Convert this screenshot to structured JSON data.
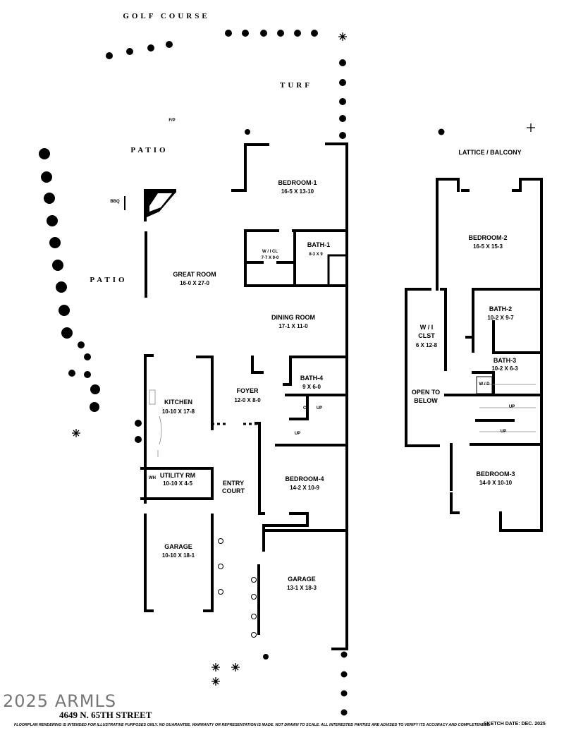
{
  "site": {
    "golf_course": "GOLF COURSE",
    "turf": "TURF",
    "patio_top": "PATIO",
    "patio_left": "PATIO",
    "fp_label": "F/P",
    "bbq": "BBQ",
    "fp": "FP",
    "entry_court": "ENTRY COURT",
    "lattice_balcony": "LATTICE / BALCONY"
  },
  "rooms": {
    "bedroom1": {
      "name": "BEDROOM-1",
      "dim": "16-5 X 13-10"
    },
    "wicl": {
      "name": "W / I CL",
      "dim": "7-7 X 9-0"
    },
    "bath1": {
      "name": "BATH-1",
      "dim": "8-3 X 9"
    },
    "great_room": {
      "name": "GREAT ROOM",
      "dim": "16-0 X 27-0"
    },
    "dining_room": {
      "name": "DINING ROOM",
      "dim": "17-1 X 11-0"
    },
    "bath4": {
      "name": "BATH-4",
      "dim": "9 X 6-0"
    },
    "cl": "CL",
    "up1": "UP",
    "up2": "UP",
    "kitchen": {
      "name": "KITCHEN",
      "dim": "10-10 X 17-8"
    },
    "foyer": {
      "name": "FOYER",
      "dim": "12-0 X 8-0"
    },
    "utility": {
      "name": "UTILITY RM",
      "dim": "10-10 X 4-5"
    },
    "wh": "WH",
    "bedroom4": {
      "name": "BEDROOM-4",
      "dim": "14-2 X 10-9"
    },
    "garage_left": {
      "name": "GARAGE",
      "dim": "10-10 X 18-1"
    },
    "garage_right": {
      "name": "GARAGE",
      "dim": "13-1 X 18-3"
    },
    "bedroom2": {
      "name": "BEDROOM-2",
      "dim": "16-5 X 15-3"
    },
    "wiclst": {
      "name1": "W / I",
      "name2": "CLST",
      "dim": "6 X 12-8"
    },
    "bath2": {
      "name": "BATH-2",
      "dim": "10-2 X 9-7"
    },
    "bath3": {
      "name": "BATH-3",
      "dim": "10-2 X 6-3"
    },
    "wd": "W / D",
    "open_below": {
      "line1": "OPEN TO",
      "line2": "BELOW"
    },
    "up3": "UP",
    "up4": "UP",
    "bedroom3": {
      "name": "BEDROOM-3",
      "dim": "14-0 X 10-10"
    }
  },
  "footer": {
    "watermark": "2025 ARMLS",
    "address": "4649 N. 65TH STREET",
    "disclaimer": "FLOORPLAN RENDERING IS INTENDED FOR ILLUSTRATIVE PURPOSES ONLY.  NO GUARANTEE, WARRANTY OR REPRESENTATION IS MADE.  NOT DRAWN TO SCALE.  ALL INTERESTED PARTIES ARE ADVISED TO VERIFY ITS ACCURACY AND COMPLETENESS.",
    "sketch_date": "SKETCH DATE:  DEC. 2025"
  }
}
